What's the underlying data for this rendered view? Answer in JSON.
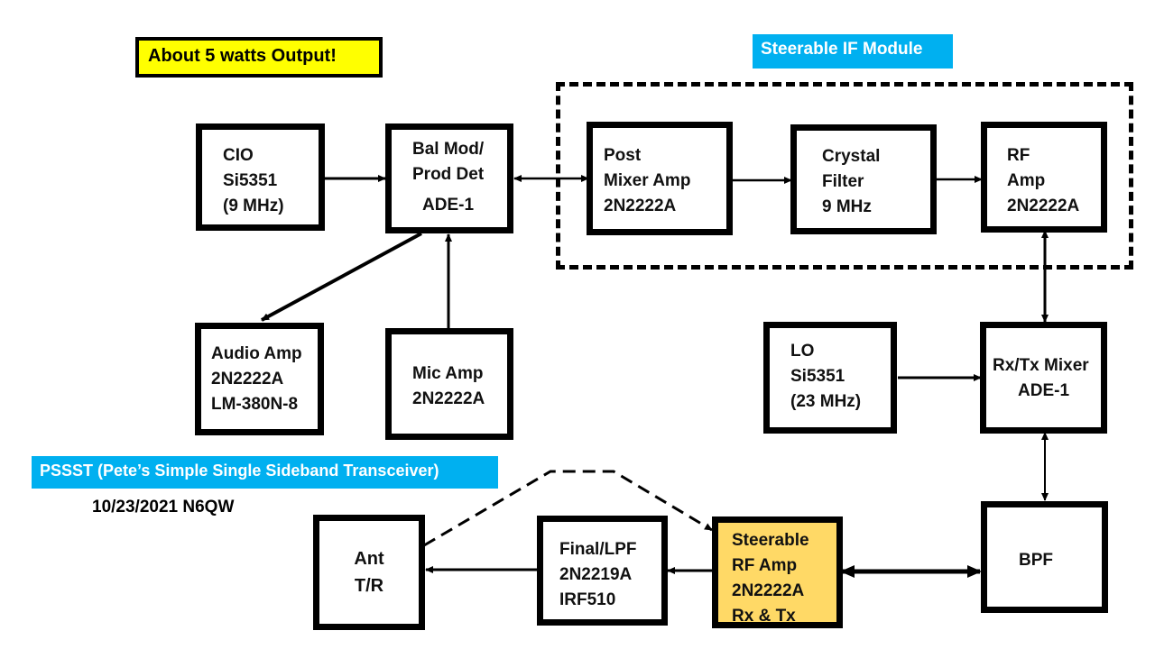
{
  "title": "PSSST (Pete’s Simple Single Sideband Transceiver)",
  "date_callsign": "10/23/2021 N6QW",
  "output_note": "About 5 watts Output!",
  "module_label": "Steerable IF Module",
  "colors": {
    "banner_yellow": "#ffff00",
    "banner_blue": "#00b0f0",
    "highlight_block": "#ffd966"
  },
  "blocks": {
    "cio": [
      "CIO",
      "Si5351",
      "(9 MHz)"
    ],
    "balmod": [
      "Bal Mod/",
      "Prod Det",
      "ADE-1"
    ],
    "postmixer": [
      "Post",
      "Mixer Amp",
      "2N2222A"
    ],
    "crystal": [
      "Crystal",
      "Filter",
      "9 MHz"
    ],
    "rfamp": [
      "RF",
      "Amp",
      "2N2222A"
    ],
    "audio": [
      "Audio Amp",
      "2N2222A",
      "LM-380N-8"
    ],
    "mic": [
      "Mic Amp",
      "2N2222A"
    ],
    "lo": [
      "LO",
      "Si5351",
      "(23 MHz)"
    ],
    "rxtx": [
      "Rx/Tx Mixer",
      "ADE-1"
    ],
    "bpf": [
      "BPF"
    ],
    "ant": [
      "Ant",
      "T/R"
    ],
    "final": [
      "Final/LPF",
      "2N2219A",
      "IRF510"
    ],
    "steerable": [
      "Steerable",
      "RF Amp",
      "2N2222A",
      "Rx & Tx"
    ]
  },
  "connections": [
    {
      "from": "cio",
      "to": "balmod",
      "type": "one-way"
    },
    {
      "from": "balmod",
      "to": "postmixer",
      "type": "two-way"
    },
    {
      "from": "postmixer",
      "to": "crystal",
      "type": "one-way"
    },
    {
      "from": "crystal",
      "to": "rfamp",
      "type": "one-way"
    },
    {
      "from": "rfamp",
      "to": "rxtx",
      "type": "two-way"
    },
    {
      "from": "balmod",
      "to": "audio",
      "type": "one-way"
    },
    {
      "from": "mic",
      "to": "balmod",
      "type": "one-way"
    },
    {
      "from": "lo",
      "to": "rxtx",
      "type": "one-way"
    },
    {
      "from": "rxtx",
      "to": "bpf",
      "type": "two-way"
    },
    {
      "from": "bpf",
      "to": "steerable",
      "type": "two-way"
    },
    {
      "from": "steerable",
      "to": "final",
      "type": "one-way"
    },
    {
      "from": "final",
      "to": "ant",
      "type": "one-way"
    },
    {
      "from": "ant",
      "to": "steerable",
      "type": "dashed"
    }
  ]
}
